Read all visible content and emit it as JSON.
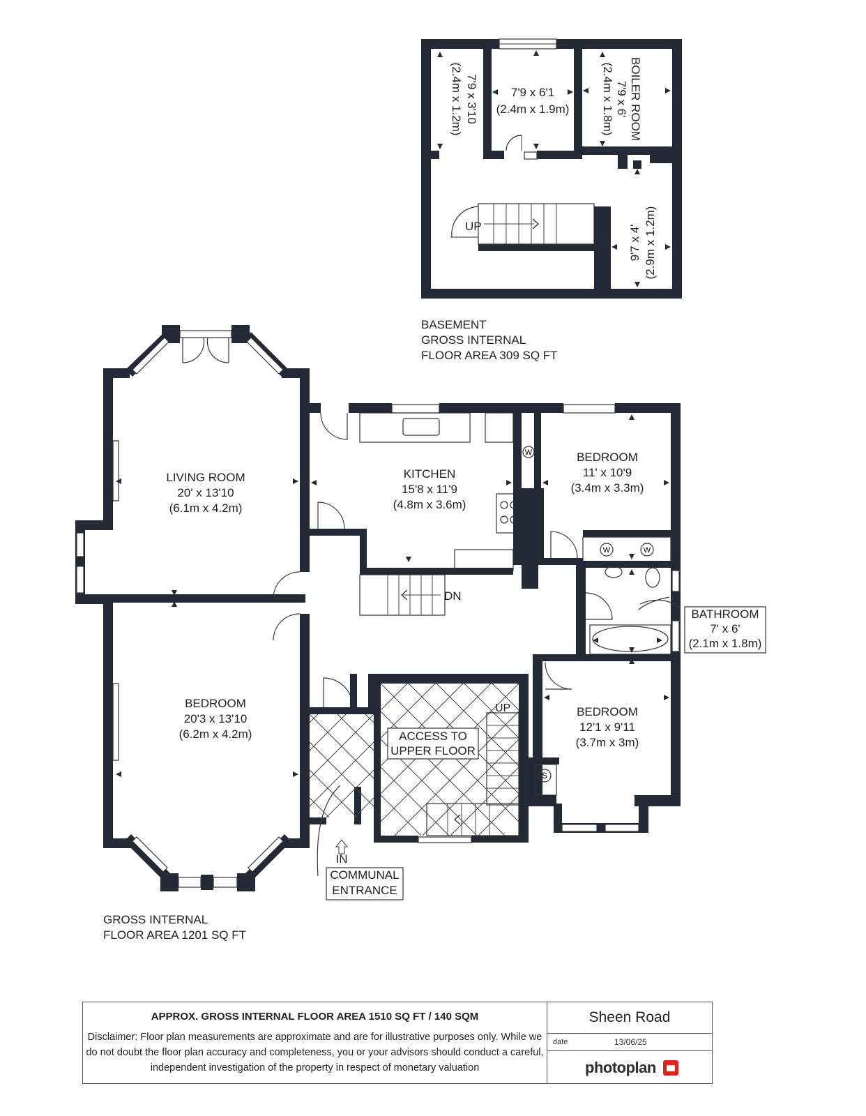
{
  "basement": {
    "rooms": [
      {
        "name": "",
        "dim_imperial": "7'9 x 3'10",
        "dim_metric": "(2.4m x 1.2m)"
      },
      {
        "name": "",
        "dim_imperial": "7'9 x 6'1",
        "dim_metric": "(2.4m x 1.9m)"
      },
      {
        "name": "BOILER ROOM",
        "dim_imperial": "7'9 x 6'",
        "dim_metric": "(2.4m x 1.8m)"
      },
      {
        "name": "",
        "dim_imperial": "9'7 x 4'",
        "dim_metric": "(2.9m x 1.2m)"
      }
    ],
    "stair_label": "UP",
    "area_lines": [
      "BASEMENT",
      "GROSS INTERNAL",
      "FLOOR AREA 309 SQ FT"
    ]
  },
  "ground": {
    "rooms": [
      {
        "name": "LIVING ROOM",
        "dim_imperial": "20' x 13'10",
        "dim_metric": "(6.1m x 4.2m)"
      },
      {
        "name": "KITCHEN",
        "dim_imperial": "15'8 x 11'9",
        "dim_metric": "(4.8m x 3.6m)"
      },
      {
        "name": "BEDROOM",
        "dim_imperial": "11' x 10'9",
        "dim_metric": "(3.4m x 3.3m)"
      },
      {
        "name": "BEDROOM",
        "dim_imperial": "20'3 x 13'10",
        "dim_metric": "(6.2m x 4.2m)"
      },
      {
        "name": "BEDROOM",
        "dim_imperial": "12'1 x 9'11",
        "dim_metric": "(3.7m x 3m)"
      },
      {
        "name": "BATHROOM",
        "dim_imperial": "7' x 6'",
        "dim_metric": "(2.1m x 1.8m)"
      }
    ],
    "access_lines": [
      "ACCESS TO",
      "UPPER FLOOR"
    ],
    "stair_down_label": "DN",
    "stair_up_label": "UP",
    "entrance_in": "IN",
    "entrance_lines": [
      "COMMUNAL",
      "ENTRANCE"
    ],
    "wardrobe_symbol": "W",
    "storage_symbol": "S",
    "area_lines": [
      "GROSS INTERNAL",
      "FLOOR AREA 1201 SQ FT"
    ]
  },
  "info": {
    "headline": "APPROX. GROSS INTERNAL FLOOR AREA 1510 SQ FT / 140 SQM",
    "disclaimer": "Disclaimer: Floor plan measurements are approximate and are for illustrative purposes only. While we do not doubt the floor plan accuracy and completeness, you or your advisors should conduct a careful, independent investigation of the property in respect of monetary valuation",
    "project_name": "Sheen Road",
    "date_label": "date",
    "date_value": "13/06/25",
    "brand": "photoplan"
  },
  "colors": {
    "wall": "#232a36",
    "logo": "#e2231a"
  }
}
